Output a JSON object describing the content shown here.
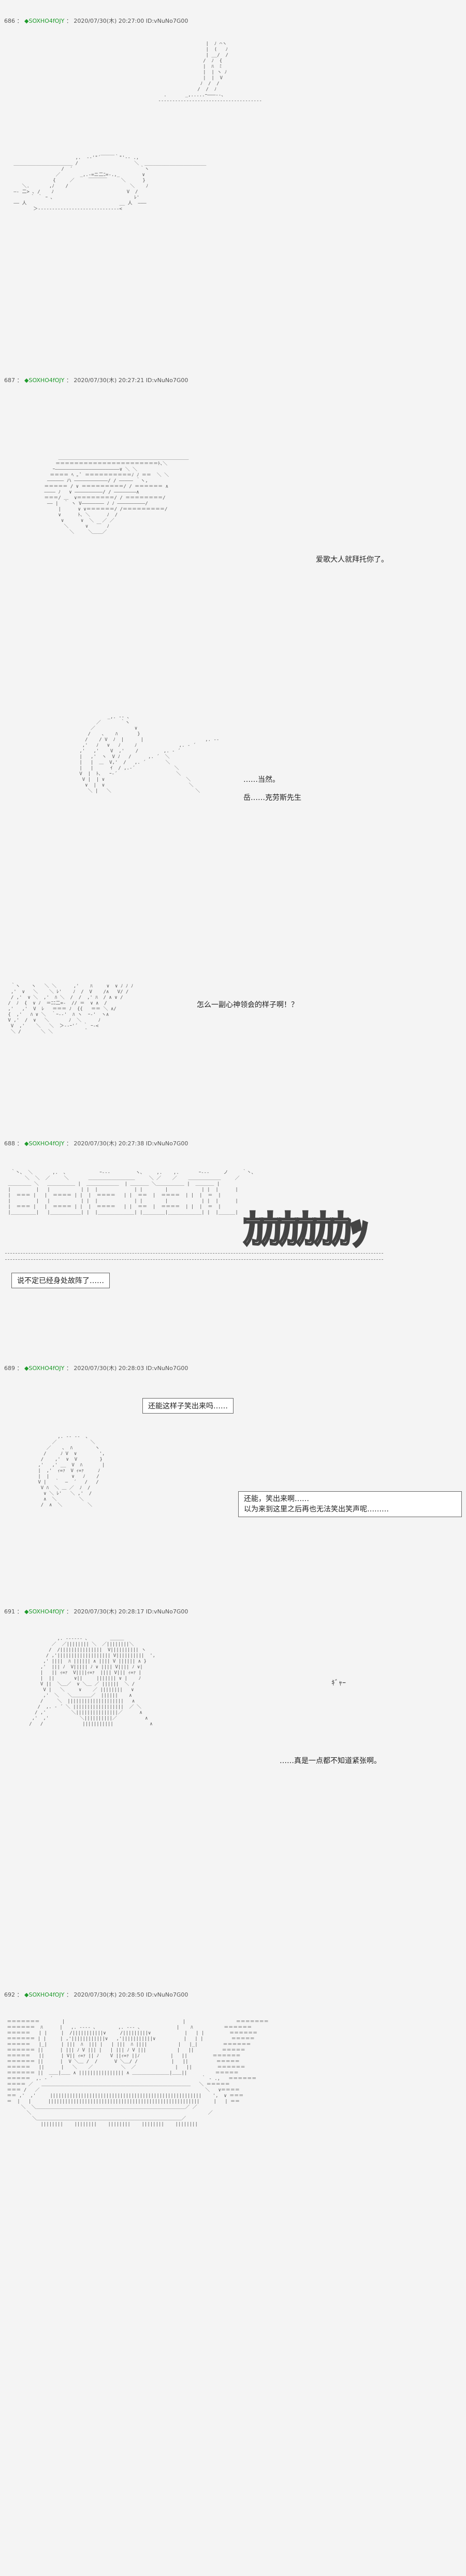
{
  "posts": [
    {
      "number": "686",
      "trip": "◆SOXHO4fOJY",
      "datetime": "2020/07/30(木) 20:27:00",
      "id": "ID:vNuNo7G00"
    },
    {
      "number": "687",
      "trip": "◆SOXHO4fOJY",
      "datetime": "2020/07/30(木) 20:27:21",
      "id": "ID:vNuNo7G00"
    },
    {
      "number": "688",
      "trip": "◆SOXHO4fOJY",
      "datetime": "2020/07/30(木) 20:27:38",
      "id": "ID:vNuNo7G00"
    },
    {
      "number": "689",
      "trip": "◆SOXHO4fOJY",
      "datetime": "2020/07/30(木) 20:28:03",
      "id": "ID:vNuNo7G00"
    },
    {
      "number": "691",
      "trip": "◆SOXHO4fOJY",
      "datetime": "2020/07/30(木) 20:28:17",
      "id": "ID:vNuNo7G00"
    },
    {
      "number": "692",
      "trip": "◆SOXHO4fOJY",
      "datetime": "2020/07/30(木) 20:28:50",
      "id": "ID:vNuNo7G00"
    }
  ],
  "dialog": {
    "d1": "爱歌大人就拜托你了。",
    "d2a": "……当然。",
    "d2b": "岳……克劳斯先生",
    "d3": "怎么一副心神领会的样子啊！？",
    "d4": "说不定已经身处故阵了……",
    "d5": "还能这样子笑出来吗……",
    "d6a": "还能，笑出来啊……",
    "d6b": "以为来到这里之后再也无法笑出笑声呢………",
    "d7": "……真是一点都不知道紧张啊。"
  },
  "sfx": {
    "big": "ｶｶｶｶｶｶｯ",
    "small": "ｷﾞｬｰ"
  }
}
